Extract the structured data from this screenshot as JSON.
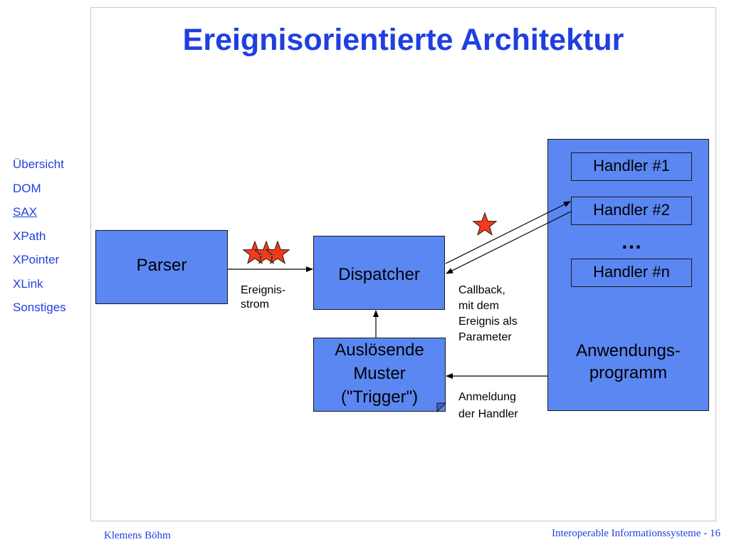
{
  "slide": {
    "title": "Ereignisorientierte Architektur"
  },
  "nav": {
    "items": [
      "Übersicht",
      "DOM",
      "SAX",
      "XPath",
      "XPointer",
      "XLink",
      "Sonstiges"
    ],
    "active_index": 2
  },
  "diagram": {
    "parser": "Parser",
    "dispatcher": "Dispatcher",
    "trigger_lines": [
      "Auslösende",
      "Muster",
      "(\"Trigger\")"
    ],
    "app_lines": [
      "Anwendungs-",
      "programm"
    ],
    "handler1": "Handler #1",
    "handler2": "Handler #2",
    "ellipsis": "…",
    "handlern": "Handler #n",
    "stream_lines": [
      "Ereignis-",
      "strom"
    ],
    "callback_lines": [
      "Callback,",
      "mit dem",
      "Ereignis als",
      "Parameter"
    ],
    "registration_lines": [
      "Anmeldung",
      "der Handler"
    ],
    "colors": {
      "box_fill": "#5b87f2",
      "star": "#f23a1e",
      "accent": "#1f3fe0"
    }
  },
  "footer": {
    "author": "Klemens Böhm",
    "course": "Interoperable Informationssysteme - 16"
  }
}
